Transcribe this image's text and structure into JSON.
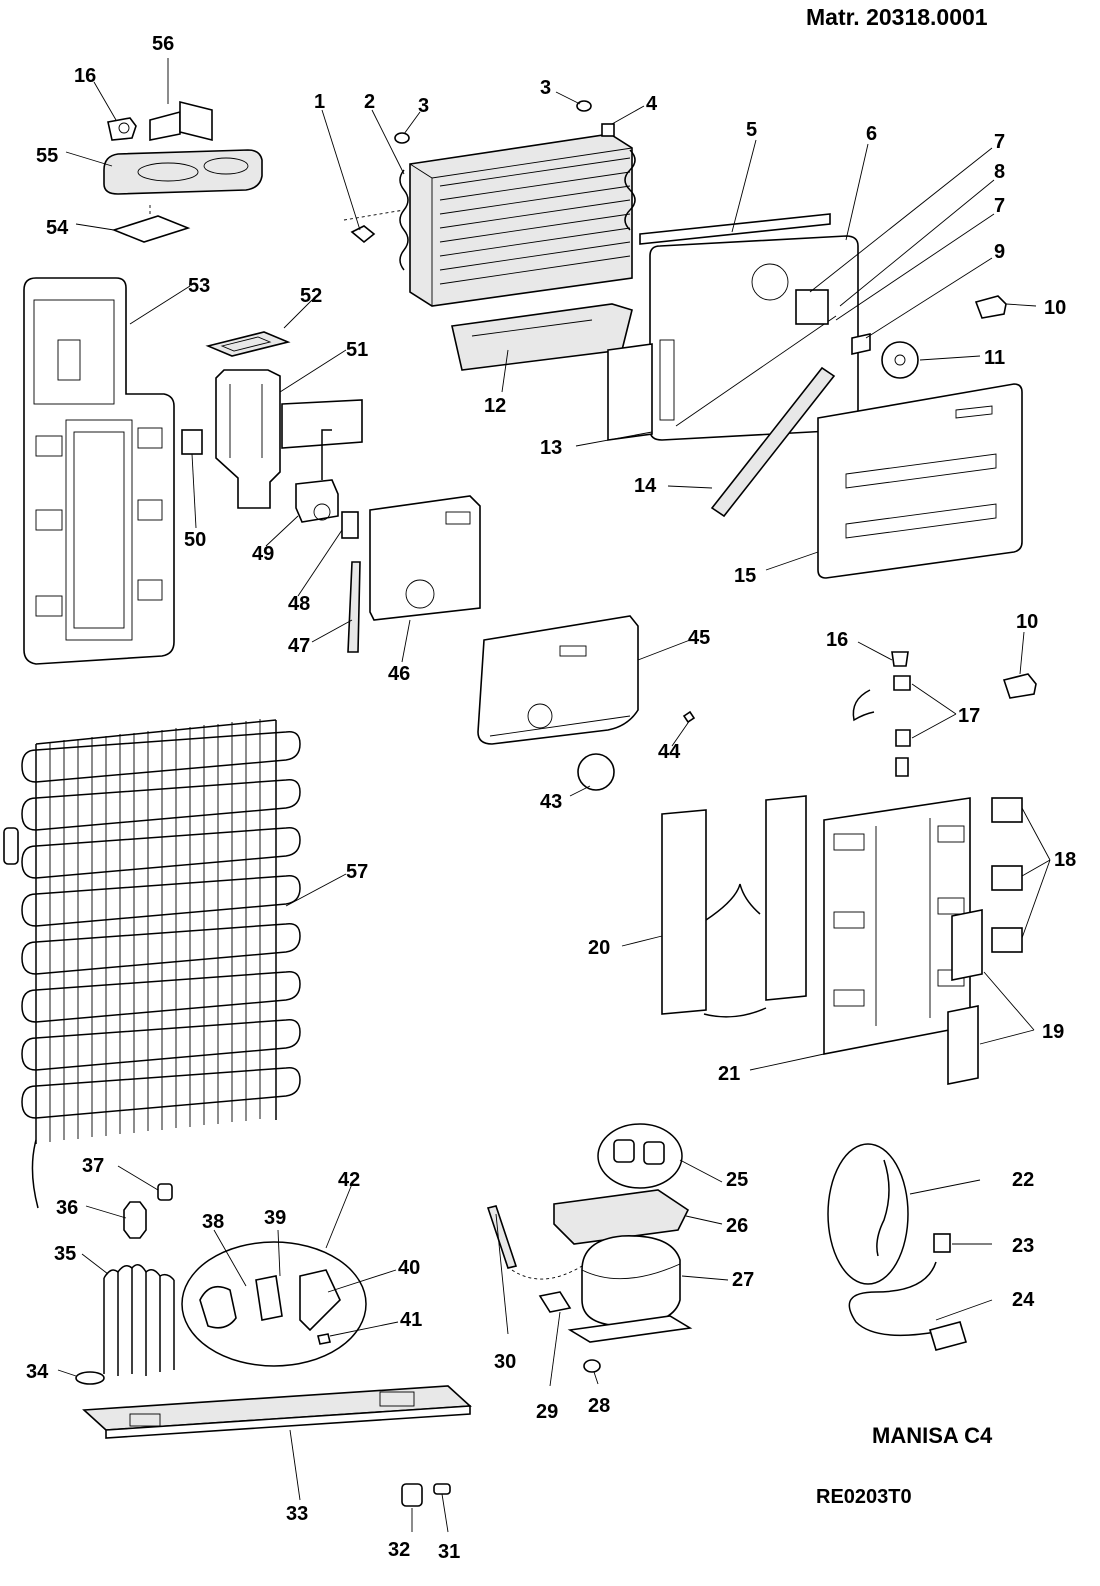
{
  "header": {
    "matr": "Matr. 20318.0001",
    "model": "MANISA C4",
    "code": "RE0203T0"
  },
  "callouts": [
    "1",
    "2",
    "3",
    "3",
    "4",
    "5",
    "6",
    "7",
    "8",
    "7",
    "9",
    "10",
    "11",
    "12",
    "13",
    "14",
    "15",
    "16",
    "56",
    "55",
    "54",
    "53",
    "52",
    "51",
    "50",
    "49",
    "48",
    "47",
    "46",
    "45",
    "44",
    "43",
    "16",
    "10",
    "17",
    "18",
    "19",
    "20",
    "21",
    "57",
    "37",
    "36",
    "35",
    "38",
    "39",
    "42",
    "40",
    "41",
    "34",
    "33",
    "32",
    "31",
    "30",
    "29",
    "28",
    "25",
    "26",
    "27",
    "22",
    "23",
    "24"
  ]
}
